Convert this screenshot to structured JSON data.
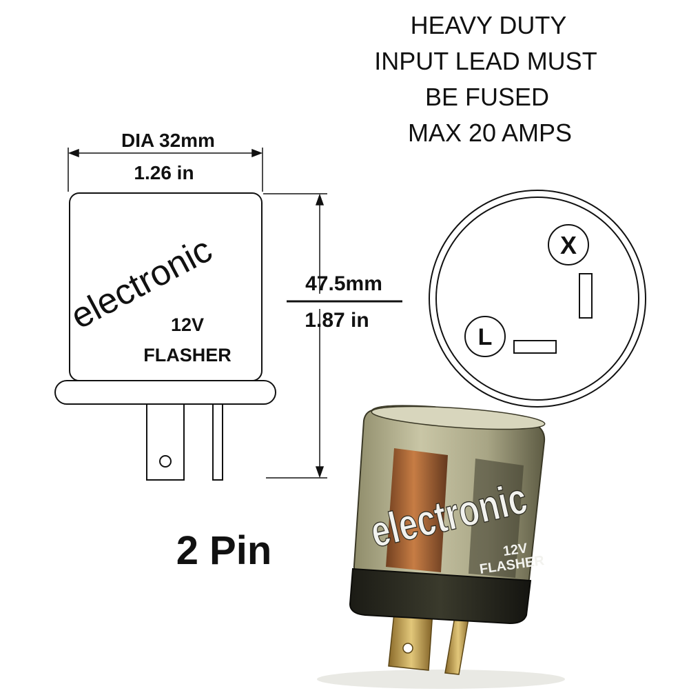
{
  "notice": {
    "lines": [
      "HEAVY DUTY",
      "INPUT  LEAD  MUST",
      "BE  FUSED",
      "MAX  20  AMPS"
    ]
  },
  "side_view": {
    "width_metric": "DIA 32mm",
    "width_imperial": "1.26 in",
    "height_metric": "47.5mm",
    "height_imperial": "1.87 in",
    "body_text": "electronic",
    "voltage": "12V",
    "kind": "FLASHER"
  },
  "base_view": {
    "pin_x": "X",
    "pin_l": "L"
  },
  "pin_count_label": "2 Pin",
  "photo": {
    "body_text": "electronic",
    "voltage": "12V",
    "kind": "FLASHER"
  }
}
